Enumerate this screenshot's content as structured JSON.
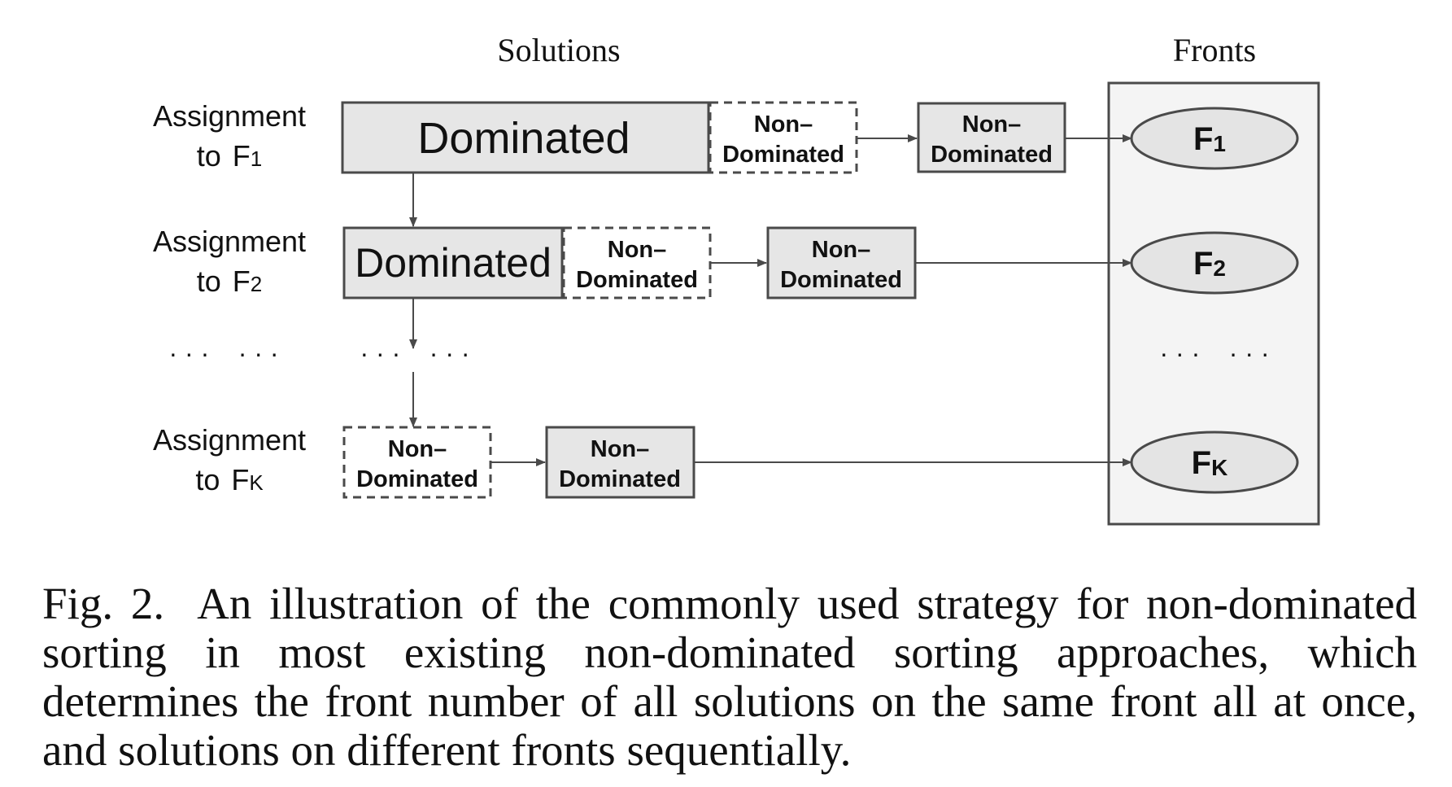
{
  "headers": {
    "solutions": "Solutions",
    "fronts": "Fronts"
  },
  "rows": [
    {
      "assignment_line1": "Assignment",
      "assignment_line2": "to",
      "front_letter": "F",
      "front_sub": "1",
      "dominated_label": "Dominated",
      "nondom_line1": "Non–",
      "nondom_line2": "Dominated"
    },
    {
      "assignment_line1": "Assignment",
      "assignment_line2": "to",
      "front_letter": "F",
      "front_sub": "2",
      "dominated_label": "Dominated",
      "nondom_line1": "Non–",
      "nondom_line2": "Dominated"
    },
    {
      "assignment_line1": "Assignment",
      "assignment_line2": "to",
      "front_letter": "F",
      "front_sub": "K",
      "dominated_label": "",
      "nondom_line1": "Non–",
      "nondom_line2": "Dominated"
    }
  ],
  "fronts": [
    {
      "letter": "F",
      "sub": "1"
    },
    {
      "letter": "F",
      "sub": "2"
    },
    {
      "letter": "F",
      "sub": "K"
    }
  ],
  "ellipsis": {
    "left": "· · ·    · · ·",
    "middle": "· · ·    · · ·",
    "fronts": "· · ·    · · ·"
  },
  "caption": {
    "label": "Fig. 2.",
    "text": "An illustration of the commonly used strategy for non-dominated sorting in most existing non-dominated sorting approaches, which determines the front number of all solutions on the same front all at once, and solutions on different fronts sequentially."
  },
  "colors": {
    "box_fill": "#e6e6e6",
    "stroke": "#4a4a4a",
    "fronts_panel_fill": "#f4f4f4",
    "ellipse_fill": "#e4e4e4"
  }
}
